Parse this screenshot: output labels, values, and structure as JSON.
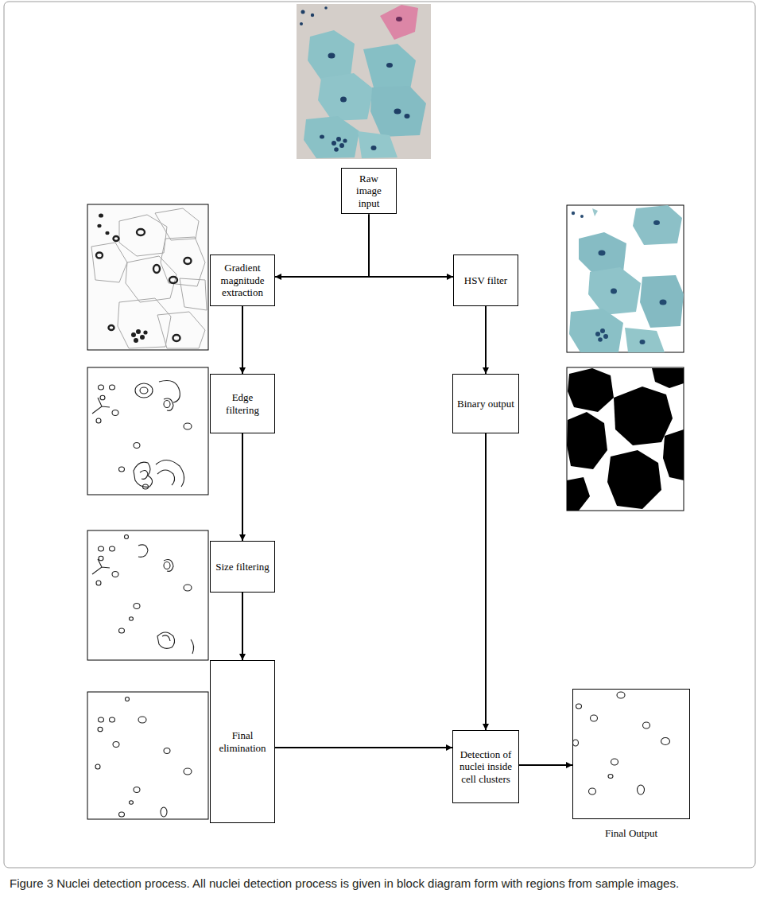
{
  "diagram": {
    "caption": "Figure 3 Nuclei detection process. All nuclei detection process is given in block diagram form with regions from sample images.",
    "nodes": [
      {
        "text": [
          "Raw image input"
        ]
      },
      {
        "text": [
          "Gradient magnitude extraction"
        ]
      },
      {
        "text": [
          "HSV filter"
        ]
      },
      {
        "text": [
          "Edge filtering"
        ]
      },
      {
        "text": [
          "Binary output"
        ]
      },
      {
        "text": [
          "Size filtering"
        ]
      },
      {
        "text": [
          "Final elimination"
        ]
      },
      {
        "text": [
          "Detection of nuclei inside cell clusters"
        ]
      },
      {
        "text": [
          "Final Output"
        ]
      }
    ],
    "edges": [
      {
        "from": 0,
        "to": 1,
        "arrow": "to"
      },
      {
        "from": 0,
        "to": 2,
        "arrow": "to"
      },
      {
        "from": 1,
        "to": 3,
        "arrow": "to"
      },
      {
        "from": 3,
        "to": 5,
        "arrow": "to"
      },
      {
        "from": 5,
        "to": 6,
        "arrow": "to"
      },
      {
        "from": 2,
        "to": 4,
        "arrow": "to"
      },
      {
        "from": 4,
        "to": 7,
        "arrow": "to"
      },
      {
        "from": 6,
        "to": 7,
        "arrow": "to"
      },
      {
        "from": 7,
        "to": 8,
        "arrow": "to"
      }
    ]
  }
}
